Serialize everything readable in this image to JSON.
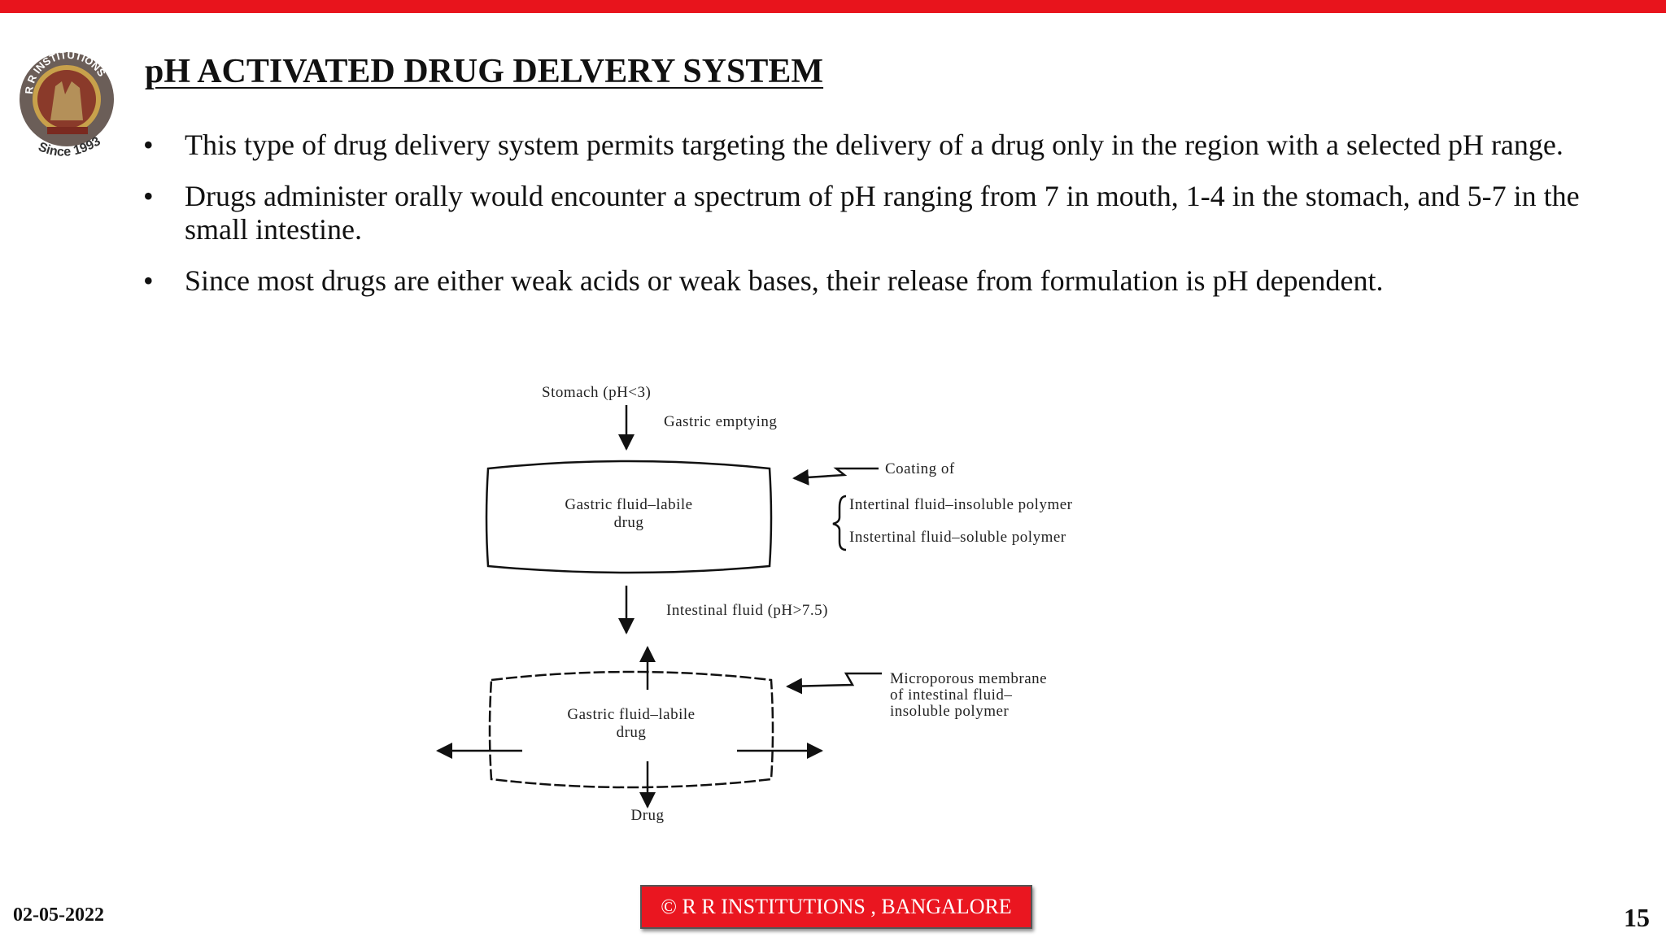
{
  "slide": {
    "title": "pH ACTIVATED DRUG DELVERY SYSTEM",
    "bullets": [
      "This type of drug delivery system permits targeting the delivery of a drug only in the region with a selected pH range.",
      "Drugs administer orally would encounter a spectrum of pH ranging from 7 in mouth, 1-4 in the stomach, and 5-7 in the small intestine.",
      "Since most drugs are either weak acids or weak bases, their release from formulation is pH dependent."
    ]
  },
  "logo": {
    "text_top": "R R INSTITUTIONS",
    "text_bottom": "Since 1993",
    "colors": {
      "ring": "#6b5e58",
      "center": "#8a3a2a",
      "gold": "#c8a14b"
    }
  },
  "diagram": {
    "stomach_label": "Stomach (pH<3)",
    "gastric_emptying": "Gastric emptying",
    "coating_of": "Coating of",
    "coating_option_1": "Intertinal fluid–insoluble polymer",
    "coating_option_2": "Instertinal fluid–soluble polymer",
    "top_capsule_line1": "Gastric fluid–labile",
    "top_capsule_line2": "drug",
    "intestinal_fluid": "Intestinal fluid (pH>7.5)",
    "membrane_line1": "Microporous membrane",
    "membrane_line2": "of intestinal fluid–",
    "membrane_line3": "insoluble polymer",
    "bottom_capsule_line1": "Gastric fluid–labile",
    "bottom_capsule_line2": "drug",
    "drug_label": "Drug"
  },
  "footer": {
    "date": "02-05-2022",
    "copyright": "© R R INSTITUTIONS , BANGALORE",
    "page_number": "15"
  },
  "colors": {
    "accent_red": "#e8141c",
    "footer_box": "#ea1620"
  }
}
